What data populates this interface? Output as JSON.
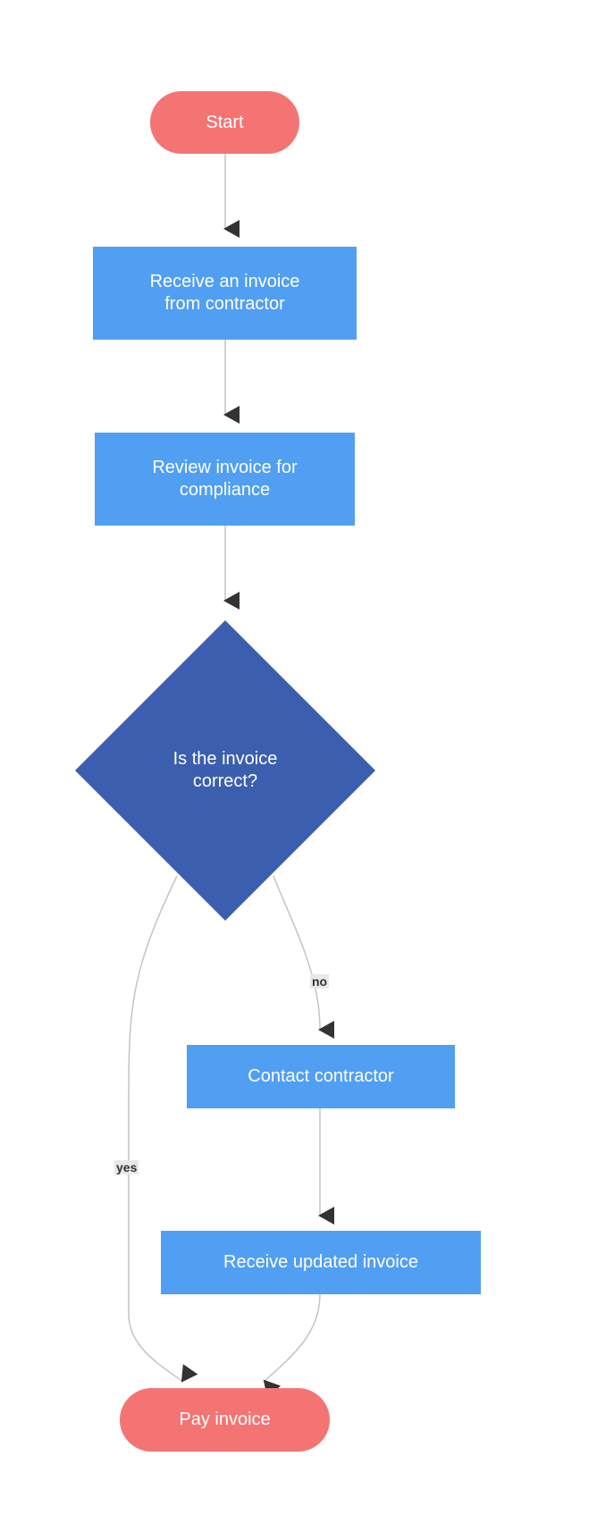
{
  "diagram": {
    "nodes": {
      "start": "Start",
      "receive_invoice": "Receive an invoice\nfrom contractor",
      "review_invoice": "Review invoice for\ncompliance",
      "decision": "Is the invoice\ncorrect?",
      "contact_contractor": "Contact contractor",
      "receive_updated": "Receive updated invoice",
      "pay_invoice": "Pay invoice"
    },
    "edge_labels": {
      "no": "no",
      "yes": "yes"
    },
    "colors": {
      "terminal": "#f47474",
      "process": "#519ff2",
      "decision": "#3b5fae",
      "edge": "#c4c4c4",
      "arrowhead": "#333333"
    }
  }
}
